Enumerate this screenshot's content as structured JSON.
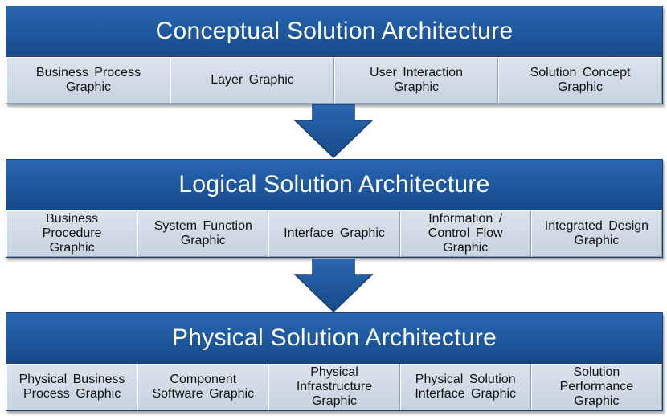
{
  "layers": [
    {
      "title": "Conceptual Solution Architecture",
      "items": [
        "Business Process Graphic",
        "Layer Graphic",
        "User Interaction Graphic",
        "Solution Concept Graphic"
      ]
    },
    {
      "title": "Logical Solution Architecture",
      "items": [
        "Business Procedure Graphic",
        "System Function Graphic",
        "Interface Graphic",
        "Information / Control Flow Graphic",
        "Integrated Design Graphic"
      ]
    },
    {
      "title": "Physical Solution Architecture",
      "items": [
        "Physical Business Process Graphic",
        "Component Software Graphic",
        "Physical Infrastructure Graphic",
        "Physical Solution Interface Graphic",
        "Solution Performance Graphic"
      ]
    }
  ],
  "colors": {
    "header_blue": "#1f5aa2",
    "cell_gray": "#cfd9e4",
    "arrow_blue": "#1f5aa2"
  },
  "icons": [
    "down-arrow-icon",
    "down-arrow-icon"
  ]
}
